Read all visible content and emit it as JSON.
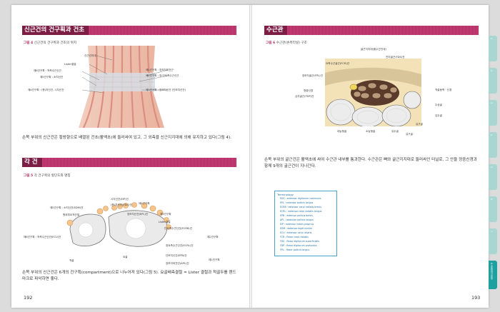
{
  "left": {
    "section1_title": "신근건의 건구획과 건초",
    "fig4_num": "그림 4",
    "fig4_caption": "신근건의 건구획과 건초의 위치",
    "fig4_labels_left": [
      "신근건지대",
      "Lister결절",
      "제6건구획 : 척측수근신근",
      "제5건구획 : 소지신건",
      "제4건구획 : (총)지신건, 시지신건"
    ],
    "fig4_labels_right": [
      "제1건구획 : 장모지외전근",
      "제2건구획 : 장·단요측수근신근",
      "제3건구획 : 장모지신건 (단모지신건)"
    ],
    "para1": "손목 부위의 신근건은 횡방향으로 배열된 건초(활액초)에 둘러싸여 있고, 그 외측을 신근지지대에 의해 유지하고 있다(그림 4).",
    "section2_title": "각 건",
    "fig5_num": "그림 5",
    "fig5_caption": "각 건구획의 횡단도와 명칭",
    "fig5_labels_left": [
      "제5건구획 : 소지신건(EDM)건",
      "원위부요척관절",
      "제6건구획 : 척측수근신건(ECU)건",
      "척골"
    ],
    "fig5_labels_top": [
      "시지신건(EIP)건",
      "(총)지신건(EDC)건",
      "제4건구획",
      "장모지신건(EPL)건",
      "제3건구획",
      "Lister결절"
    ],
    "fig5_labels_right": [
      "단요측수근신건(ECRB)건",
      "제2건구획",
      "장요측수근신건(ECRL)건",
      "단모지신건(EPB)건",
      "장모지외전건(APL)건",
      "제1건구획",
      "요골"
    ],
    "para2": "손목 부위의 신근건은 6개의 건구획(compartment)으로 나누어져 있다(그림 5). 요골배측결절 = Lister 결절과 척골두를 랜드마크로 파악하면 좋다.",
    "page_num": "192"
  },
  "right": {
    "section_title": "수근관",
    "fig6_num": "그림 6",
    "fig6_caption": "수근관(손목터널) 구조",
    "fig6_labels": [
      "굴근지지대(횡수근인대)",
      "천지굴근(FDS)건",
      "요측수근굴근(FCR)건",
      "장모지굴근(FPL)건",
      "척골동맥 · 신경",
      "정중신경",
      "심지굴근(FDP)건",
      "두상골",
      "유두골",
      "유구골",
      "대능형골",
      "소능형골",
      "유두골",
      "유구골"
    ],
    "para": "손목 부위의 굴근건은 활액초에 싸여 수근관 내부를 통과한다. 수근관은 뼈와 굴근지지대로 둘러싸인 터널로, 그 안을 정중신경과 함께 9개의 굴근건이 지나간다.",
    "term_title": "Terminology",
    "terms": [
      "EDC : extensor digitorum communis",
      "EPL : extensor pollicis longus",
      "ECRB : extensor carpi radialis brevis",
      "ECRL : extensor carpi radialis longus",
      "EPB : extensor pollicis brevis",
      "APL : abductor pollicis longus",
      "EIP : extensor indicis proprius",
      "EDM : extensor digiti minimi",
      "ECU : extensor carpi ulnaris",
      "FCR : flexor carpi radialis",
      "FDS : flexor digitorum superficialis",
      "FDP : flexor digitorum profundus",
      "FPL : flexor pollicis longus"
    ],
    "page_num": "193"
  },
  "side_tabs": [
    "1",
    "2",
    "3",
    "4",
    "5",
    "6",
    "7",
    "8"
  ],
  "active_tab": "8 초음파의 응용",
  "colors": {
    "header": "#b02a62",
    "header_dark": "#7b1d44",
    "tab": "#a9d6d1",
    "tab_active": "#1e9fa0",
    "term_border": "#48a2c9"
  }
}
